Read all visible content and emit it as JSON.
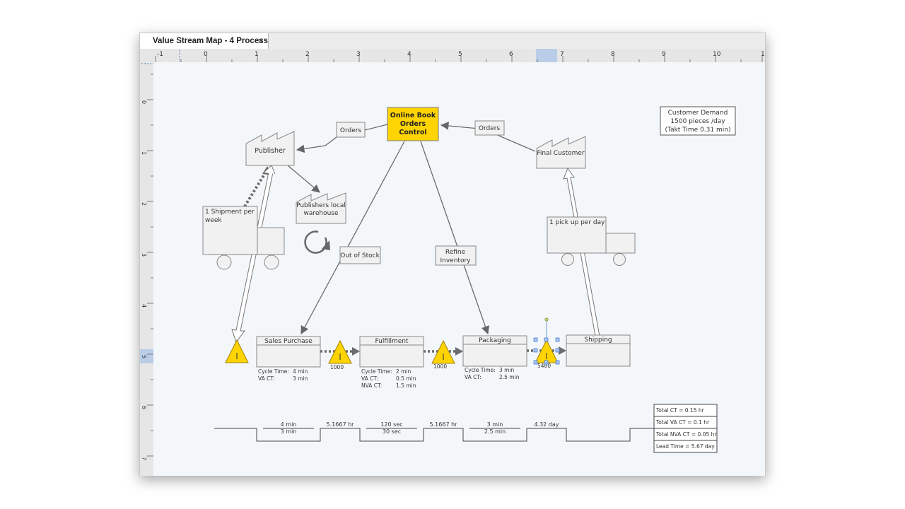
{
  "tab": {
    "title": "Value Stream Map - 4 Process",
    "close": "×"
  },
  "ruler": {
    "h_labels": [
      "-1",
      "0",
      "1",
      "2",
      "3",
      "4",
      "5",
      "6",
      "7",
      "8",
      "9",
      "10",
      "1"
    ],
    "v_labels": [
      "0",
      "1",
      "2",
      "3",
      "4",
      "5",
      "6",
      "7"
    ]
  },
  "control": {
    "line1": "Online Book",
    "line2": "Orders",
    "line3": "Control"
  },
  "publisher": {
    "label": "Publisher"
  },
  "warehouse": {
    "line1": "Publishers local",
    "line2": "warehouse"
  },
  "customer": {
    "label": "Final Customer"
  },
  "demand": {
    "line1": "Customer Demand",
    "line2": "1500 pieces /day",
    "line3": "(Takt Time 0.31 min)"
  },
  "orders_left": "Orders",
  "orders_right": "Orders",
  "out_of_stock": "Out of Stock",
  "refine": {
    "line1": "Refine",
    "line2": "Inventory"
  },
  "truck_left": {
    "line1": "1 Shipment per",
    "line2": "week"
  },
  "truck_right": {
    "line1": "1 pick up per day"
  },
  "processes": [
    {
      "name": "Sales Purchase",
      "rows": [
        [
          "Cycle Time:",
          "4 min"
        ],
        [
          "VA CT:",
          "3 min"
        ]
      ]
    },
    {
      "name": "Fulfillment",
      "rows": [
        [
          "Cycle Time:",
          "2 min"
        ],
        [
          "VA CT:",
          "0.5 min"
        ],
        [
          "NVA CT:",
          "1.5 min"
        ]
      ]
    },
    {
      "name": "Packaging",
      "rows": [
        [
          "Cycle Time:",
          "3 min"
        ],
        [
          "VA CT:",
          "2.5 min"
        ]
      ]
    },
    {
      "name": "Shipping",
      "rows": []
    }
  ],
  "inventory": {
    "symbol": "I",
    "counts": [
      "1000",
      "1000",
      "5480"
    ]
  },
  "timeline": {
    "proc_top": [
      "4 min",
      "120 sec",
      "3 min"
    ],
    "proc_bottom": [
      "3 min",
      "30 sec",
      "2.5 min"
    ],
    "waits": [
      "5.1667 hr",
      "5.1667 hr",
      "4.32 day"
    ]
  },
  "summary": [
    "Total CT = 0.15 hr",
    "Total VA CT = 0.1 hr",
    "Total NVA CT = 0.05 hr",
    "Lead Time = 5.67 day"
  ],
  "colors": {
    "control_fill": "#ffd400",
    "inventory_fill": "#ffd400",
    "selection": "#4a7fd4",
    "canvas": "#f4f7fa"
  }
}
